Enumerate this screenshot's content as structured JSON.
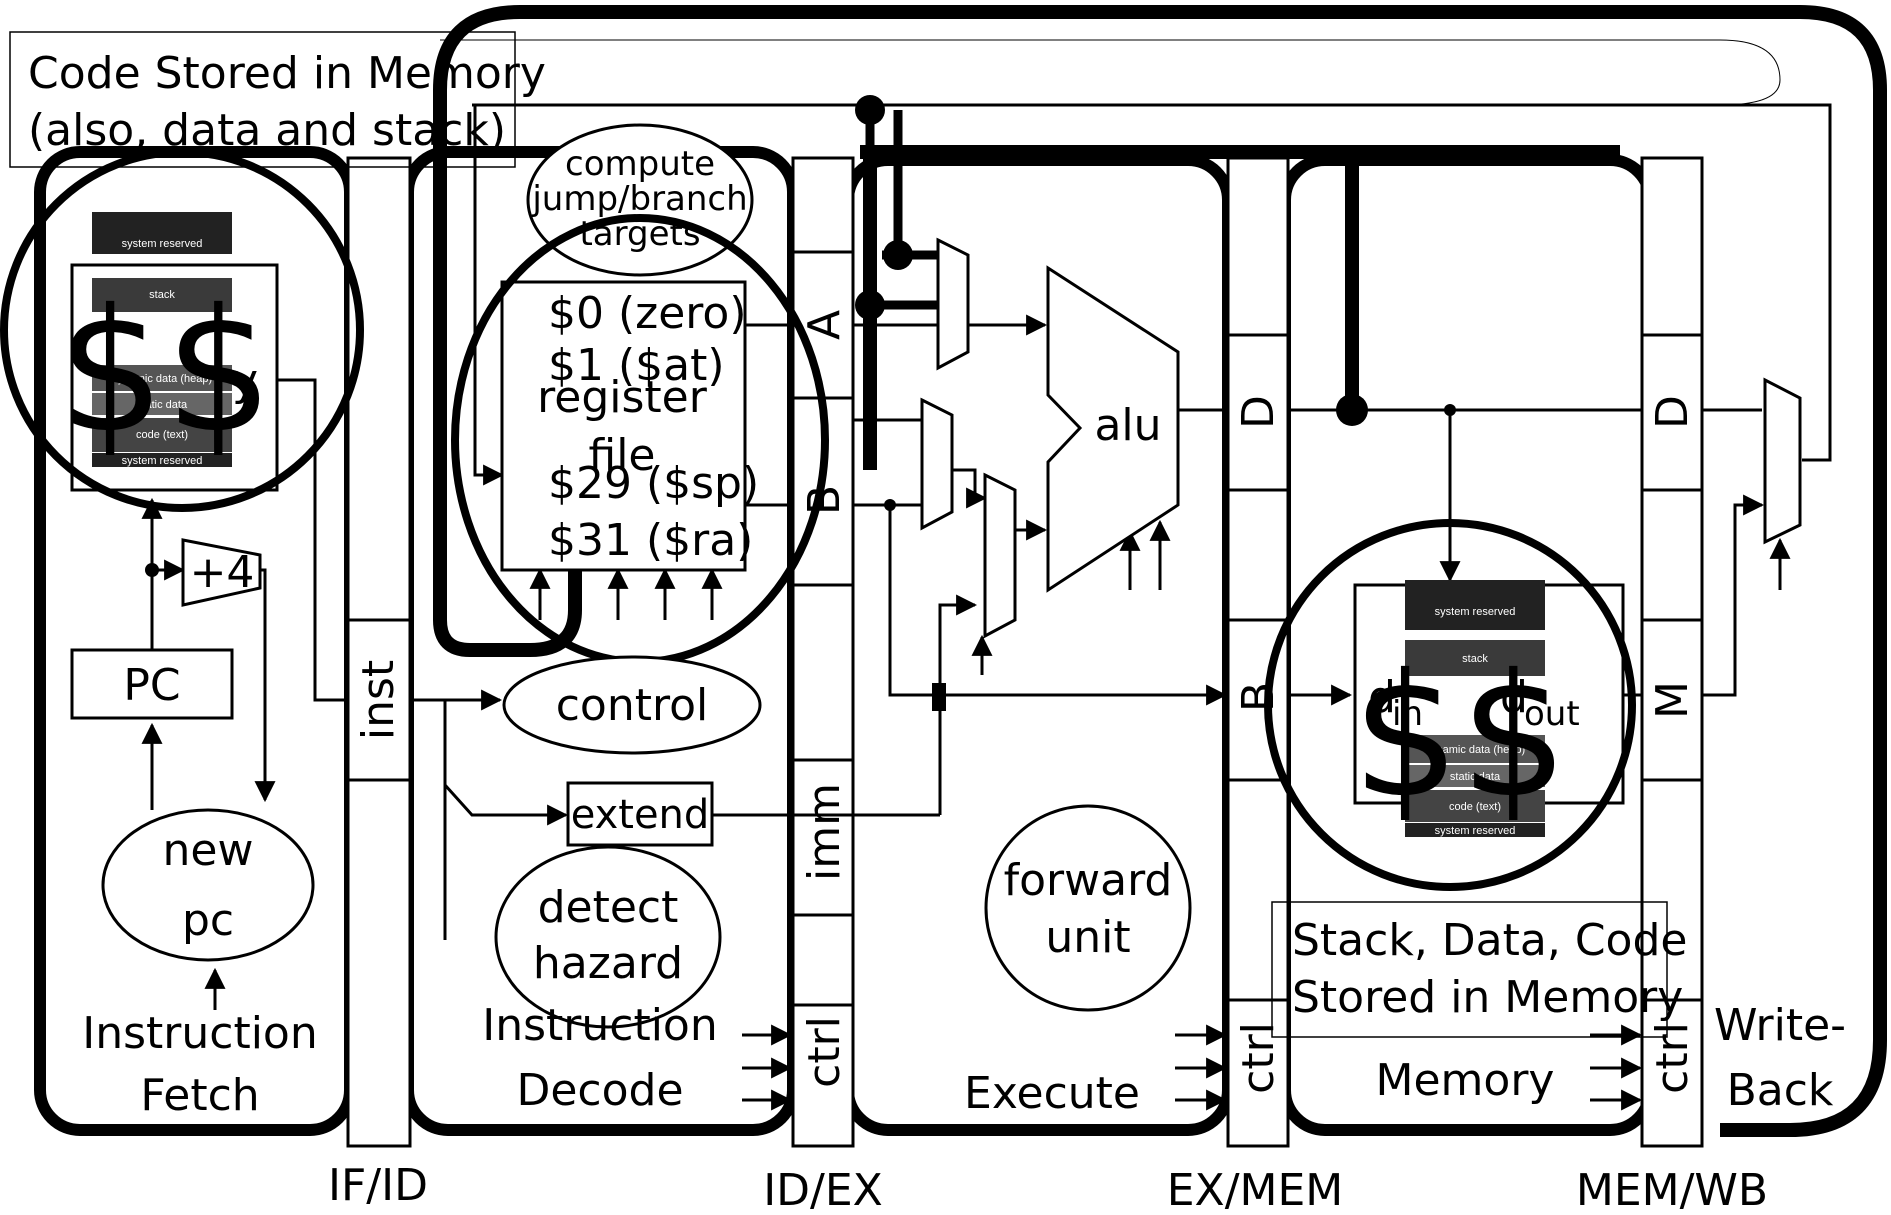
{
  "annotations": {
    "code_memory": [
      "Code Stored in Memory",
      "(also, data and stack)"
    ],
    "stack_data_code": [
      "Stack, Data, Code",
      "Stored in Memory"
    ],
    "cache_symbol": "$$"
  },
  "memory_map": {
    "segments": [
      "system reserved",
      "stack",
      "dynamic data (heap)",
      "static data",
      "code (text)",
      "system reserved"
    ]
  },
  "stages": {
    "fetch": [
      "Instruction",
      "Fetch"
    ],
    "decode": [
      "Instruction",
      "Decode"
    ],
    "execute": "Execute",
    "memory": "Memory",
    "writeback": [
      "Write-",
      "Back"
    ]
  },
  "pipeline_registers": {
    "if_id": "IF/ID",
    "id_ex": "ID/EX",
    "ex_mem": "EX/MEM",
    "mem_wb": "MEM/WB"
  },
  "latch_fields": {
    "inst": "inst",
    "A": "A",
    "B": "B",
    "imm": "imm",
    "ctrl": "ctrl",
    "D": "D",
    "M": "M"
  },
  "components": {
    "pc": "PC",
    "plus4": "+4",
    "new_pc": [
      "new",
      "pc"
    ],
    "compute_targets": [
      "compute",
      "jump/branch",
      "targets"
    ],
    "register_file": [
      "register",
      "file"
    ],
    "registers": [
      "$0 (zero)",
      "$1 ($at)",
      "$29 ($sp)",
      "$31 ($ra)"
    ],
    "control": "control",
    "extend": "extend",
    "detect_hazard": [
      "detect",
      "hazard"
    ],
    "alu": "alu",
    "forward_unit": [
      "forward",
      "unit"
    ],
    "data_mem_in": "d",
    "data_mem_in_sub": "in",
    "data_mem_out": "d",
    "data_mem_out_sub": "out",
    "imem_partial": "y"
  },
  "colors": {
    "ink": "#000000",
    "memory_block_dark": "#3a3a3a",
    "memory_block_mid": "#555555"
  }
}
